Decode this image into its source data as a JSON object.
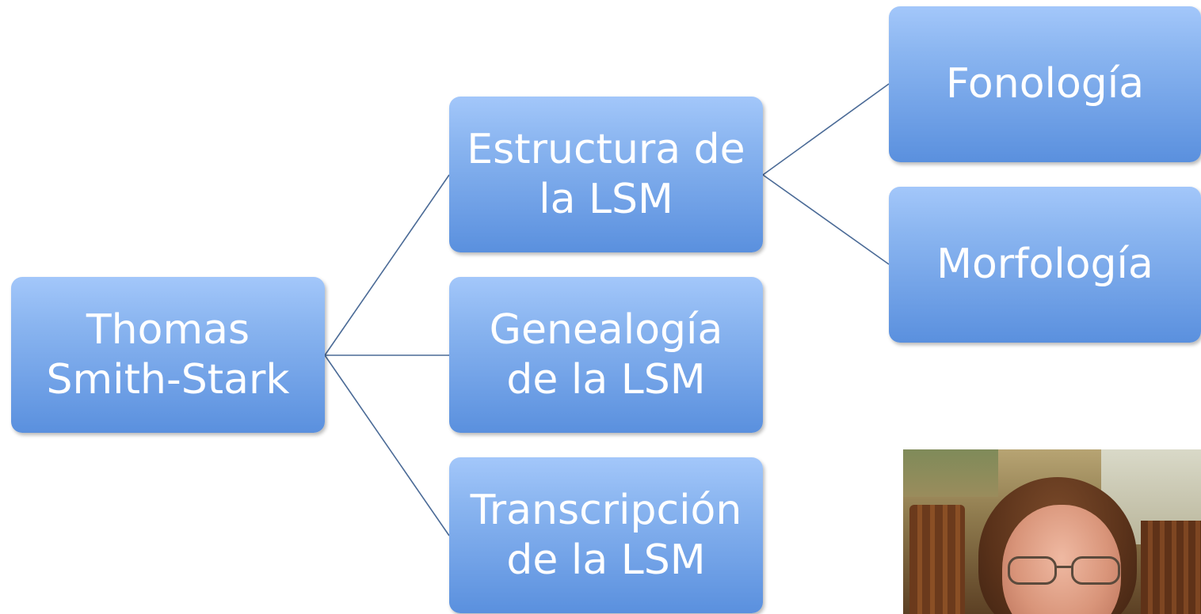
{
  "diagram": {
    "root": {
      "line1": "Thomas",
      "line2": "Smith-Stark"
    },
    "children": [
      {
        "line1": "Estructura de",
        "line2": "la LSM"
      },
      {
        "line1": "Genealogía",
        "line2": "de la LSM"
      },
      {
        "line1": "Transcripción",
        "line2": "de la LSM"
      }
    ],
    "grandchildren": [
      {
        "label": "Fonología"
      },
      {
        "label": "Morfología"
      }
    ]
  },
  "photo": {
    "icon": "portrait-photo"
  },
  "colors": {
    "node_top": "#a3c7fa",
    "node_bottom": "#5a90de",
    "connector": "#4a6a96",
    "text": "#ffffff"
  }
}
